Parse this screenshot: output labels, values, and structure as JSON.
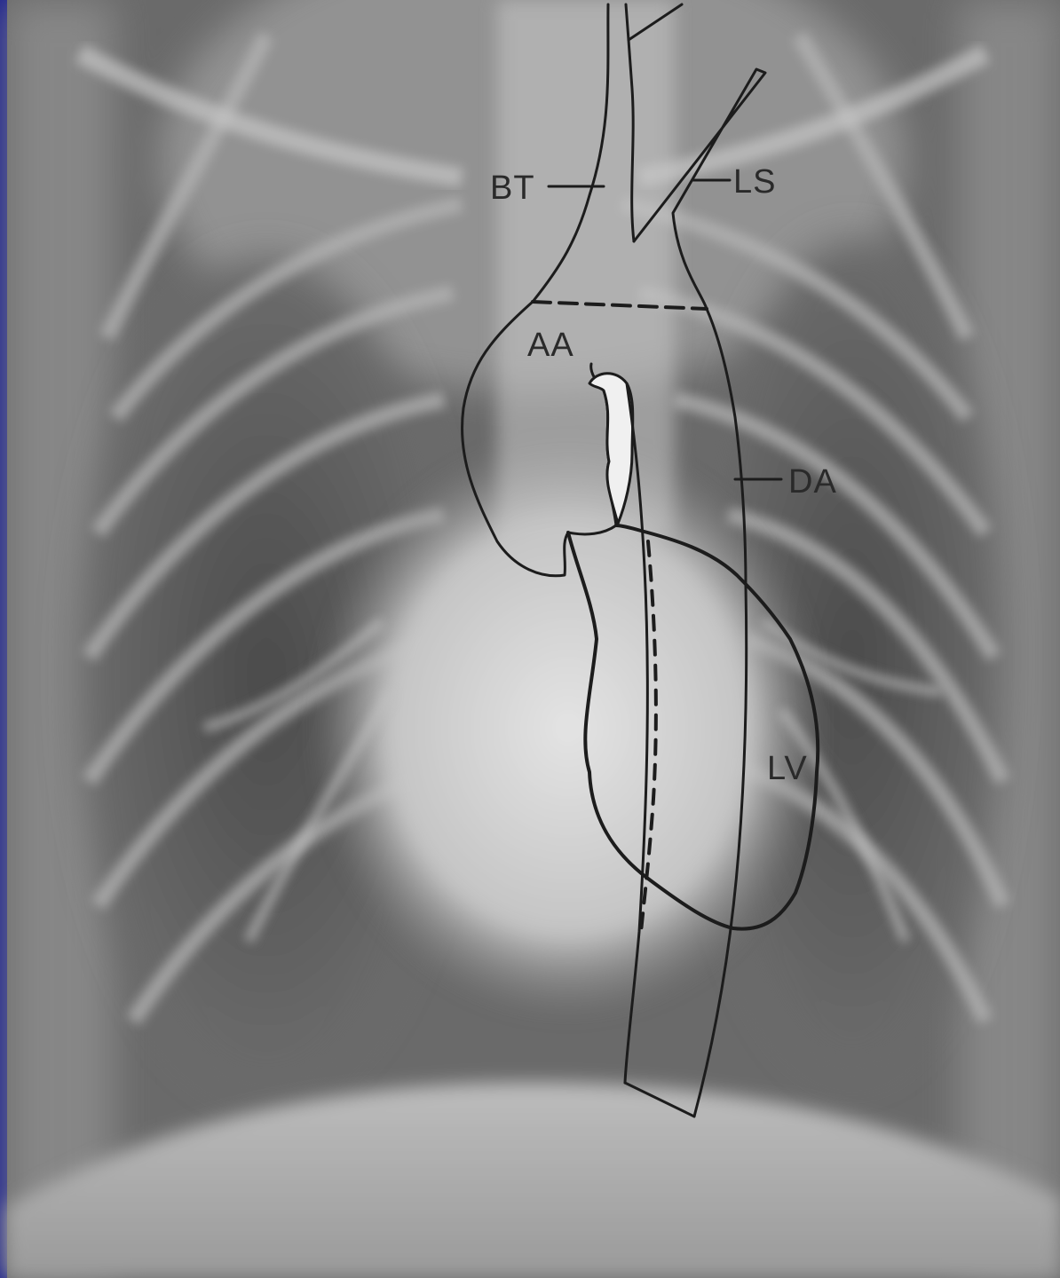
{
  "labels": {
    "bt": "BT",
    "ls": "LS",
    "aa": "AA",
    "da": "DA",
    "lv": "LV"
  },
  "colors": {
    "slide_background": "#1a1f8f",
    "outline": "#1c1c1c",
    "radiograph_dark": "#5a5a5a",
    "radiograph_light": "#d8d8d8"
  }
}
